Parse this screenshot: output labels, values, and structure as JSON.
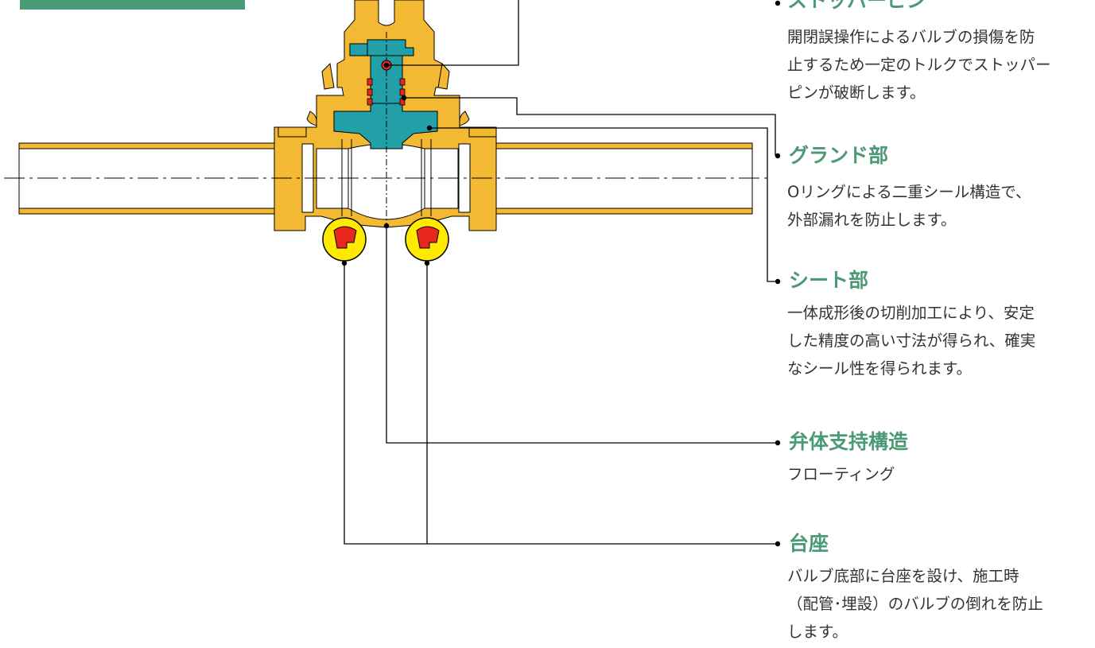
{
  "colors": {
    "accent_green": "#4a9a76",
    "body_brass": "#f4b932",
    "stem_teal": "#21a0a8",
    "oring_red": "#e8271e",
    "seat_yellow": "#ffea00",
    "seat_red": "#e8271e",
    "leader_line": "#000000"
  },
  "callouts": [
    {
      "heading": "ストッパーピン",
      "lines": [
        "開閉誤操作によるバルブの損傷を防",
        "止するため一定のトルクでストッパー",
        "ピンが破断します。"
      ]
    },
    {
      "heading": "グランド部",
      "lines": [
        "Oリングによる二重シール構造で、",
        "外部漏れを防止します。"
      ]
    },
    {
      "heading": "シート部",
      "lines": [
        "一体成形後の切削加工により、安定",
        "した精度の高い寸法が得られ、確実",
        "なシール性を得られます。"
      ]
    },
    {
      "heading": "弁体支持構造",
      "lines": [
        "フローティング"
      ]
    },
    {
      "heading": "台座",
      "lines": [
        "バルブ底部に台座を設け、施工時",
        "（配管･埋設）のバルブの倒れを防止",
        "します。"
      ]
    }
  ]
}
